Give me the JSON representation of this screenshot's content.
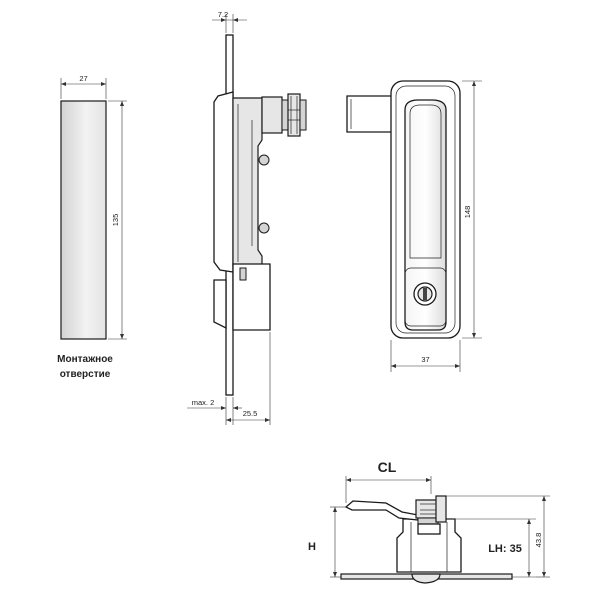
{
  "mounting_view": {
    "width_label": "27",
    "height_label": "135",
    "caption_line1": "Монтажное",
    "caption_line2": "отверстие"
  },
  "side_view": {
    "top_label": "7.2",
    "max_label": "max. 2",
    "depth_label": "25.5"
  },
  "front_view": {
    "height_label": "148",
    "width_label": "37"
  },
  "bottom_view": {
    "cl_label": "CL",
    "h_label": "H",
    "lh_label": "LH: 35",
    "height_label": "43.8"
  },
  "colors": {
    "line": "#1a1a1a",
    "fill_light": "#e6e6e6"
  }
}
